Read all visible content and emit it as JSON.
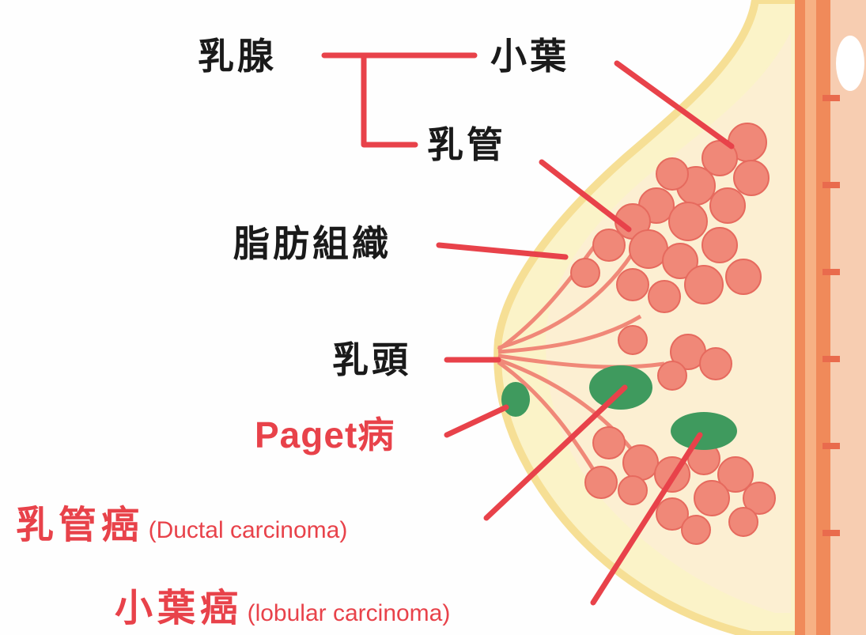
{
  "labels": {
    "mammary_gland": "乳腺",
    "lobule": "小葉",
    "duct": "乳管",
    "fat_tissue": "脂肪組織",
    "nipple": "乳頭",
    "paget": "Paget病",
    "ductal": {
      "jp": "乳管癌",
      "en": "(Ductal carcinoma)"
    },
    "lobular": {
      "jp": "小葉癌",
      "en": "(lobular carcinoma)"
    }
  },
  "colors": {
    "leader_line": "#e8424a",
    "label_black": "#1a1a1a",
    "label_red": "#e8424a",
    "skin": "#fbf3c8",
    "skin_edge": "#f6df95",
    "chest_wall": "#f08a5a",
    "lobule_fill": "#f08878",
    "tumor_green": "#3f9a5e"
  }
}
